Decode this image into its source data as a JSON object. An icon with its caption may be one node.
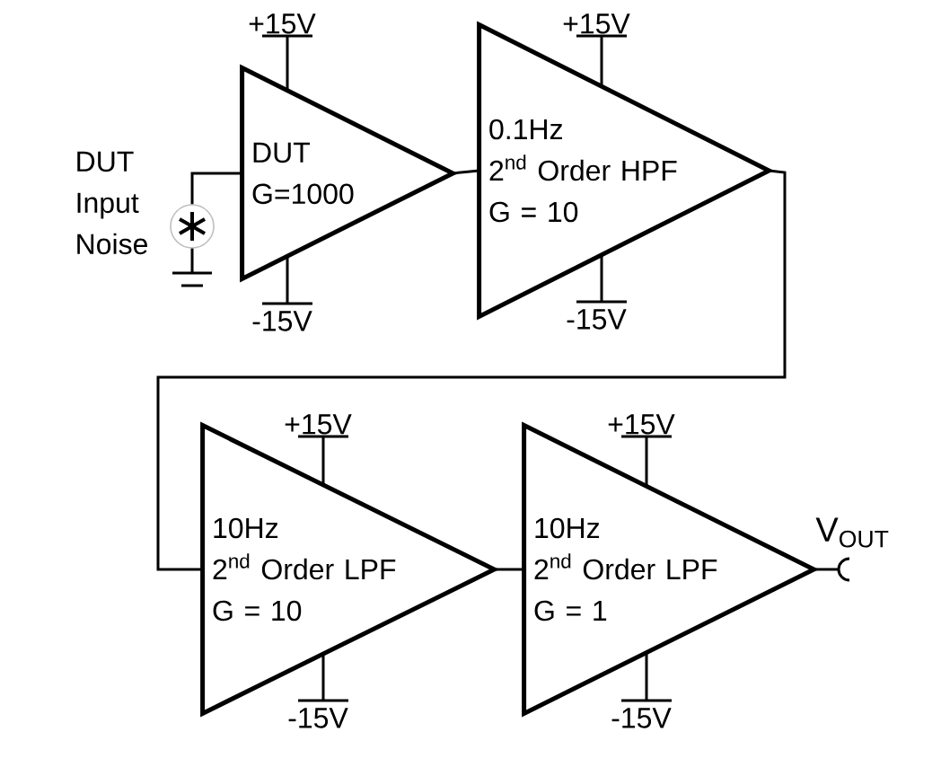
{
  "diagram": {
    "nodes": [
      {
        "text": [],
        "shape": "circle",
        "beside": [
          "DUT Input Noise"
        ]
      },
      {
        "text": [
          "DUT",
          "G=1000"
        ],
        "beside": [
          "+15V",
          "-15V"
        ]
      },
      {
        "text": [
          "0.1Hz",
          "2$^{nd}$ Order HPF",
          "G = 10"
        ],
        "beside": [
          "+15V",
          "-15V"
        ]
      },
      {
        "text": [
          "10Hz",
          "2$^{nd}$ Order LPF",
          "G = 10"
        ],
        "beside": [
          "+15V",
          "-15V"
        ]
      },
      {
        "text": [
          "10Hz",
          "2$^{nd}$ Order LPF",
          "G = 1"
        ],
        "beside": [
          "+15V",
          "-15V"
        ]
      },
      {
        "text": [],
        "shape": "terminal",
        "beside": [
          "V$_{OUT}$"
        ]
      }
    ],
    "edges": [
      {
        "from": 0,
        "to": 1,
        "arrow": "none"
      },
      {
        "from": 1,
        "to": 2,
        "arrow": "none"
      },
      {
        "from": 2,
        "to": 3,
        "arrow": "none"
      },
      {
        "from": 3,
        "to": 4,
        "arrow": "none"
      },
      {
        "from": 4,
        "to": 5,
        "arrow": "none"
      }
    ]
  }
}
